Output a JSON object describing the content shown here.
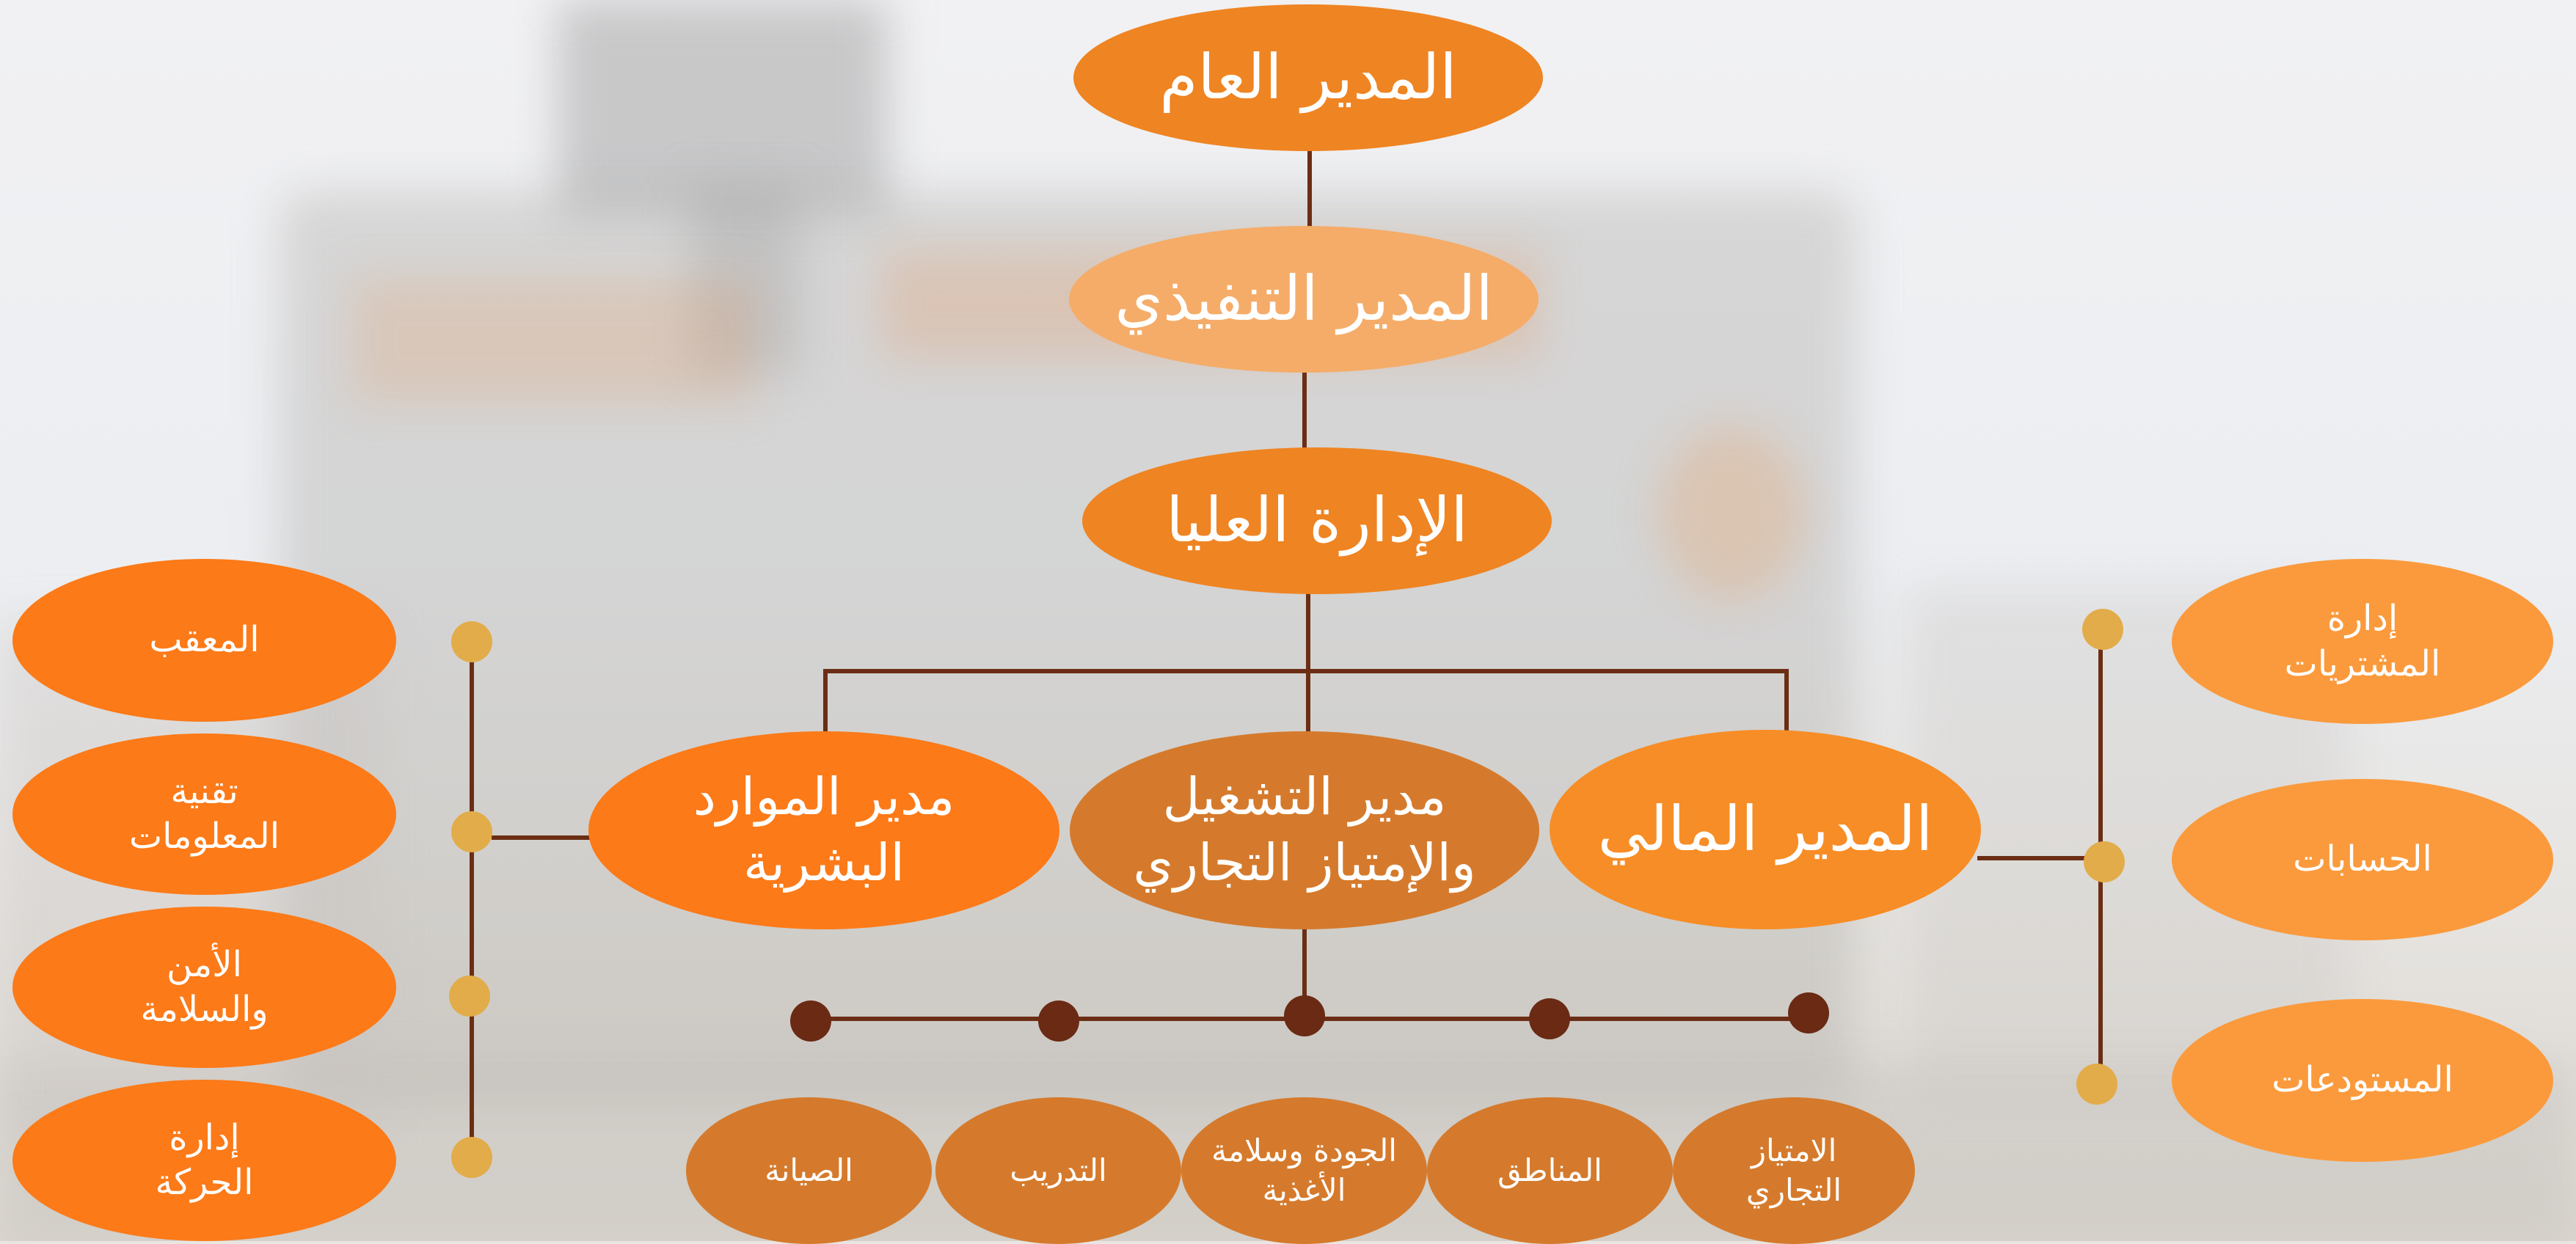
{
  "chart": {
    "top": {
      "general_manager": "المدير العام",
      "executive_manager": "المدير التنفيذي",
      "senior_management": "الإدارة العليا"
    },
    "managers": {
      "hr": "مدير الموارد\nالبشرية",
      "operations": "مدير التشغيل\nوالإمتياز التجاري",
      "finance": "المدير المالي"
    },
    "hr_departments": [
      "المعقب",
      "تقنية\nالمعلومات",
      "الأمن\nوالسلامة",
      "إدارة\nالحركة"
    ],
    "finance_departments": [
      "إدارة\nالمشتريات",
      "الحسابات",
      "المستودعات"
    ],
    "operations_departments": [
      "الصيانة",
      "التدريب",
      "الجودة وسلامة\nالأغذية",
      "المناطق",
      "الامتياز\nالتجاري"
    ]
  },
  "colors": {
    "connector": "#6b2e14",
    "connector_dot": "#6a2a14",
    "side_dot": "#e2ac4a",
    "top_node": "#ef8422",
    "executive_node": "#f5ac68",
    "left_nodes": "#fc7a18",
    "right_nodes": "#fb9a3c",
    "bottom_nodes": "#d57a2c"
  }
}
